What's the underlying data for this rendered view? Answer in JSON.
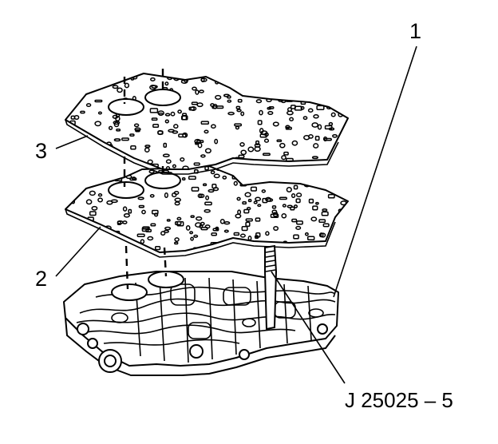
{
  "callouts": {
    "c1": "1",
    "c2": "2",
    "c3": "3",
    "tool": "J 25025 – 5"
  },
  "colors": {
    "ink": "#000000",
    "paper": "#ffffff"
  }
}
